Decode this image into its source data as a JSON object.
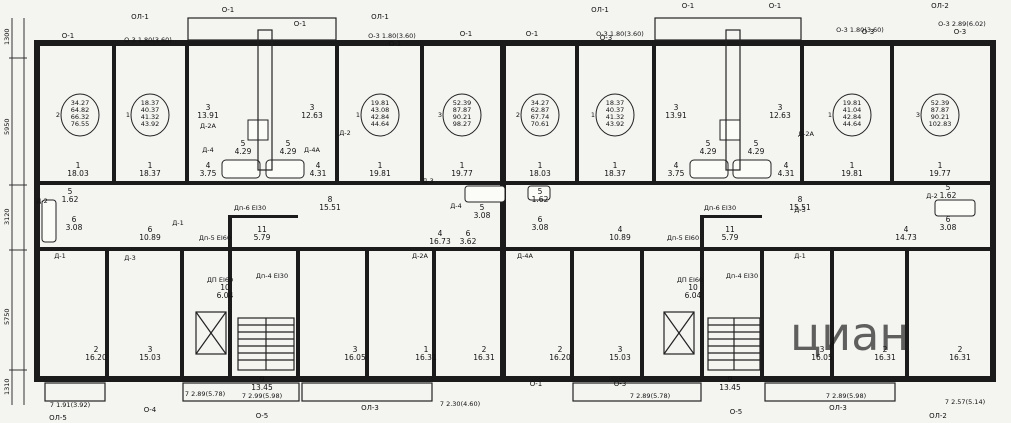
{
  "dimensions": [
    "1300",
    "5950",
    "3120",
    "5750",
    "1310"
  ],
  "top_labels": [
    "ОЛ-1",
    "О-1",
    "ОЛ-1",
    "О-1",
    "О-1",
    "О-3",
    "ОЛ-1",
    "О-1",
    "ОЛ-2",
    "О-1",
    "О-1",
    "О-1",
    "О-3",
    "О-3",
    "О-1"
  ],
  "top_openings": [
    "О-3 1.80(3.60)",
    "О-3 1.80(3.60)",
    "О-3 1.80(3.60)",
    "О-3 1.80(3.60)",
    "О-3 2.89(6.02)"
  ],
  "bottom_labels": [
    "ОЛ-5",
    "О-4",
    "О-5",
    "ОЛ-3",
    "О-1",
    "О-3",
    "О-5",
    "ОЛ-3",
    "ОЛ-2"
  ],
  "bottom_openings": [
    "7 1.91(3.92)",
    "7 2.89(5.78)",
    "7 2.99(5.98)",
    "7 2.30(4.60)",
    "7 2.89(5.78)",
    "7 2.89(5.98)",
    "7 2.57(5.14)"
  ],
  "top_rooms": [
    {
      "n": "1",
      "a": "18.03"
    },
    {
      "n": "1",
      "a": "18.37"
    },
    {
      "n": "3",
      "a": "13.91"
    },
    {
      "n": "3",
      "a": "12.63"
    },
    {
      "n": "1",
      "a": "19.81"
    },
    {
      "n": "1",
      "a": "19.77"
    },
    {
      "n": "1",
      "a": "18.03"
    },
    {
      "n": "1",
      "a": "18.37"
    },
    {
      "n": "3",
      "a": "13.91"
    },
    {
      "n": "3",
      "a": "12.63"
    },
    {
      "n": "1",
      "a": "19.81"
    },
    {
      "n": "1",
      "a": "19.77"
    }
  ],
  "wet_rooms": [
    {
      "n": "4",
      "a": "3.75"
    },
    {
      "n": "5",
      "a": "4.29"
    },
    {
      "n": "5",
      "a": "4.29"
    },
    {
      "n": "4",
      "a": "4.31"
    },
    {
      "n": "4",
      "a": "3.75"
    },
    {
      "n": "5",
      "a": "4.29"
    },
    {
      "n": "5",
      "a": "4.29"
    },
    {
      "n": "4",
      "a": "4.31"
    }
  ],
  "mid_rooms": [
    {
      "n": "5",
      "a": "1.62"
    },
    {
      "n": "6",
      "a": "3.08"
    },
    {
      "n": "6",
      "a": "10.89"
    },
    {
      "n": "8",
      "a": "15.51"
    },
    {
      "n": "4",
      "a": "16.73"
    },
    {
      "n": "5",
      "a": "3.08"
    },
    {
      "n": "5",
      "a": "1.62"
    },
    {
      "n": "6",
      "a": "3.62"
    },
    {
      "n": "6",
      "a": "3.08"
    },
    {
      "n": "4",
      "a": "10.89"
    },
    {
      "n": "8",
      "a": "15.51"
    },
    {
      "n": "4",
      "a": "14.73"
    },
    {
      "n": "5",
      "a": "1.62"
    },
    {
      "n": "6",
      "a": "3.08"
    }
  ],
  "core": [
    {
      "n": "11",
      "a": "5.79"
    },
    {
      "n": "10",
      "a": "6.04"
    },
    {
      "n": "9",
      "a": "13.45"
    },
    {
      "n": "11",
      "a": "5.79"
    },
    {
      "n": "10",
      "a": "6.04"
    },
    {
      "n": "9",
      "a": "13.45"
    }
  ],
  "bottom_rooms": [
    {
      "n": "2",
      "a": "16.20"
    },
    {
      "n": "3",
      "a": "15.03"
    },
    {
      "n": "3",
      "a": "16.05"
    },
    {
      "n": "1",
      "a": "16.31"
    },
    {
      "n": "2",
      "a": "16.31"
    },
    {
      "n": "2",
      "a": "16.20"
    },
    {
      "n": "3",
      "a": "15.03"
    },
    {
      "n": "3",
      "a": "16.05"
    },
    {
      "n": "2",
      "a": "16.31"
    },
    {
      "n": "2",
      "a": "16.31"
    }
  ],
  "apt_labels": [
    {
      "code": "2",
      "lines": [
        "34.27",
        "64.82",
        "66.32",
        "76.55"
      ]
    },
    {
      "code": "1",
      "lines": [
        "18.37",
        "40.37",
        "41.32",
        "43.92"
      ]
    },
    {
      "code": "1",
      "lines": [
        "19.81",
        "43.08",
        "42.84",
        "44.64"
      ]
    },
    {
      "code": "3",
      "lines": [
        "52.39",
        "87.87",
        "90.21",
        "98.27"
      ]
    },
    {
      "code": "2",
      "lines": [
        "34.27",
        "62.87",
        "67.74",
        "70.61"
      ]
    },
    {
      "code": "1",
      "lines": [
        "18.37",
        "40.37",
        "41.32",
        "43.92"
      ]
    },
    {
      "code": "1",
      "lines": [
        "19.81",
        "41.04",
        "42.84",
        "44.64"
      ]
    },
    {
      "code": "3",
      "lines": [
        "52.39",
        "87.87",
        "90.21",
        "102.83"
      ]
    }
  ],
  "door_tags": [
    "Д-1",
    "Д-2",
    "Д-3",
    "Д-2А",
    "Д-4",
    "Д-4А",
    "Д-1",
    "Д-2",
    "Д-3",
    "Д-2А",
    "Д-4",
    "Д-4А",
    "Д-3",
    "Д-2А",
    "Д-2",
    "Д-1"
  ],
  "door_specs": [
    "Дп-6 ЕI30",
    "Дп-5 ЕI60",
    "Дп-4 ЕI30",
    "ДП ЕI60",
    "Дп-6 ЕI30",
    "Дп-5 ЕI60",
    "Дп-4 ЕI30",
    "ДП ЕI60"
  ],
  "watermark": "циан",
  "colors": {
    "wall": "#1b1b1b",
    "paper": "#f4f4f1"
  }
}
